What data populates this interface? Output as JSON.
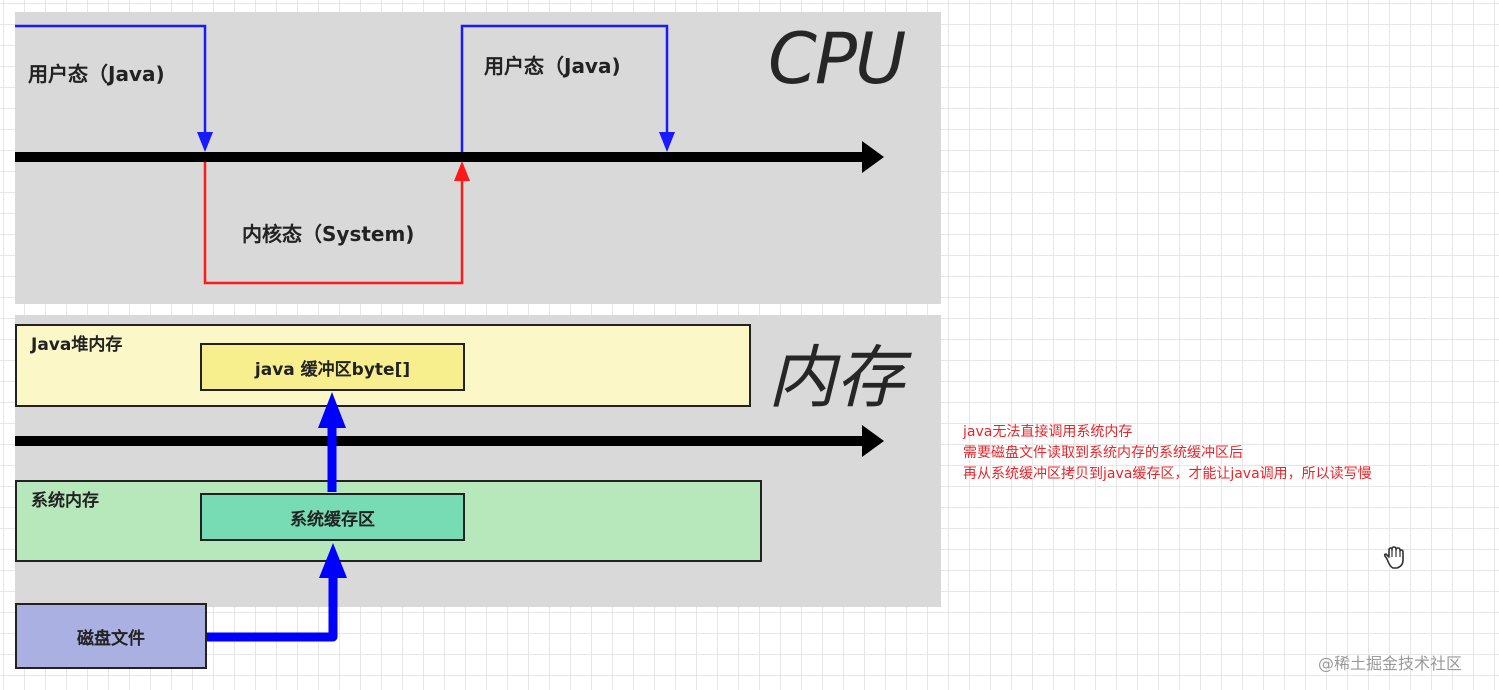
{
  "cpu": {
    "title": "CPU",
    "user_mode_label_1": "用户态（Java)",
    "user_mode_label_2": "用户态（Java)",
    "kernel_mode_label": "内核态（System)",
    "colors": {
      "user_mode": "#1a1aff",
      "kernel_mode": "#ff1a1a",
      "timeline": "#000000"
    }
  },
  "memory": {
    "title": "内存",
    "java_heap": {
      "label": "Java堆内存",
      "buffer_label": "java 缓冲区byte[]",
      "color": "#fbf7c6",
      "buffer_color": "#f7ee8e"
    },
    "system_memory": {
      "label": "系统内存",
      "buffer_label": "系统缓存区",
      "color": "#b7e8bc",
      "buffer_color": "#77dcb4"
    },
    "disk": {
      "label": "磁盘文件",
      "color": "#aab0e2"
    },
    "flow_color": "#0000ff"
  },
  "note": {
    "lines": [
      "java无法直接调用系统内存",
      "需要磁盘文件读取到系统内存的系统缓冲区后",
      "再从系统缓冲区拷贝到java缓存区，才能让java调用，所以读写慢"
    ],
    "color": "#e8262b"
  },
  "watermark": "@稀土掘金技术社区",
  "cursor": "hand-cursor-icon"
}
